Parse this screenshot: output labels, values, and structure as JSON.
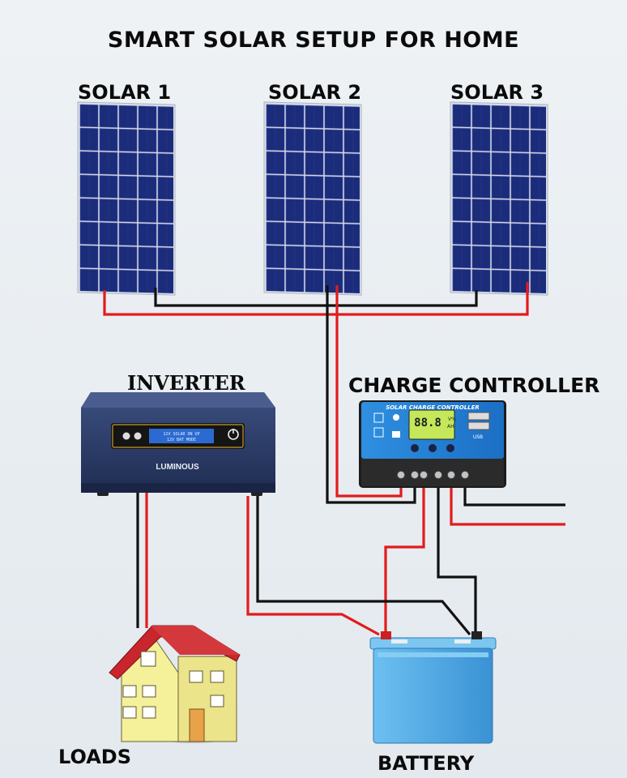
{
  "title": "SMART SOLAR SETUP FOR HOME",
  "panels": [
    {
      "label": "SOLAR 1"
    },
    {
      "label": "SOLAR 2"
    },
    {
      "label": "SOLAR 3"
    }
  ],
  "inverter": {
    "label": "INVERTER",
    "brand": "LUMINOUS",
    "display_line1": "12V  SOLAR  ON  UP",
    "display_line2": "12V  BAT  MODE"
  },
  "charge_controller": {
    "label": "CHARGE CONTROLLER",
    "header": "SOLAR CHARGE CONTROLLER",
    "display_value": "88.8",
    "display_unit_top": "V%",
    "display_unit_bottom": "AH",
    "usb_label": "USB"
  },
  "loads": {
    "label": "LOADS"
  },
  "battery": {
    "label": "BATTERY"
  },
  "colors": {
    "positive_wire": "#e31b1b",
    "negative_wire": "#111111",
    "panel_cell": "#1b2c7a",
    "controller_blue": "#2e8fe0",
    "battery_blue": "#5ab2e8",
    "inverter_body": "#2d3f6b",
    "roof_red": "#c8262c",
    "house_wall": "#f5f09a"
  }
}
